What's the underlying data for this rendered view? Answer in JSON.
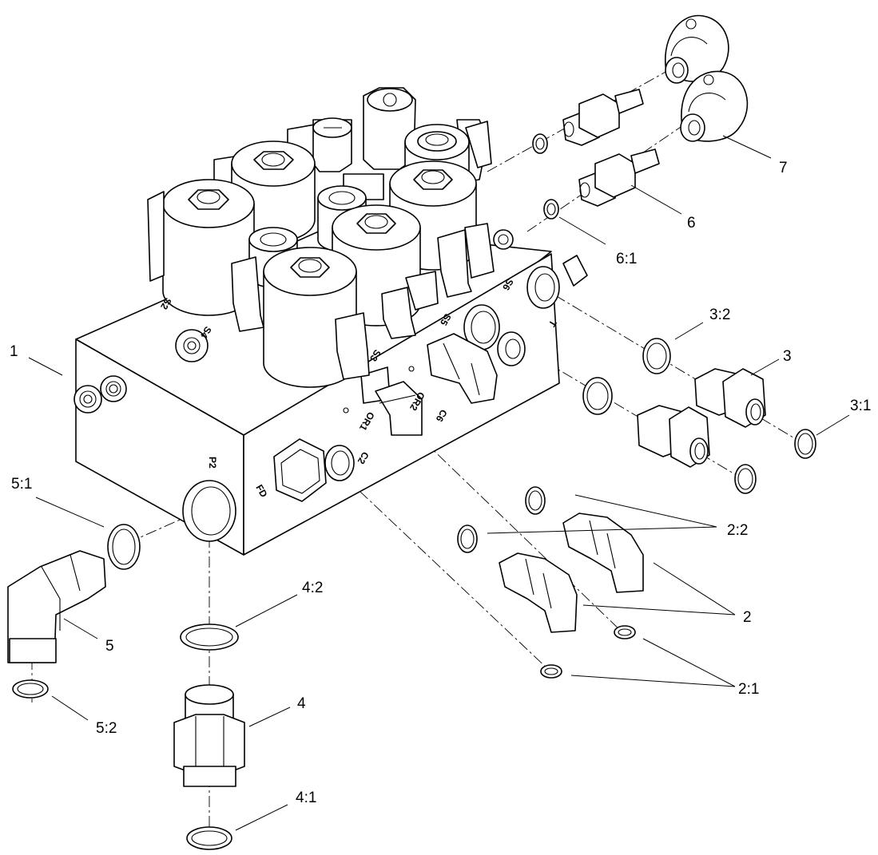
{
  "callouts": {
    "c1": "1",
    "c2": "2",
    "c2_1": "2:1",
    "c2_2": "2:2",
    "c3": "3",
    "c3_1": "3:1",
    "c3_2": "3:2",
    "c4": "4",
    "c4_1": "4:1",
    "c4_2": "4:2",
    "c5": "5",
    "c5_1": "5:1",
    "c5_2": "5:2",
    "c6": "6",
    "c6_1": "6:1",
    "c7": "7"
  },
  "ports": {
    "p2": "P2",
    "fd": "FD",
    "c2": "C2",
    "c6": "C6",
    "or1": "OR1",
    "or2": "OR2",
    "s4": "S4",
    "s2": "S2",
    "s6": "S6",
    "t": "T",
    "s5": "S5",
    "s3": "S3"
  }
}
